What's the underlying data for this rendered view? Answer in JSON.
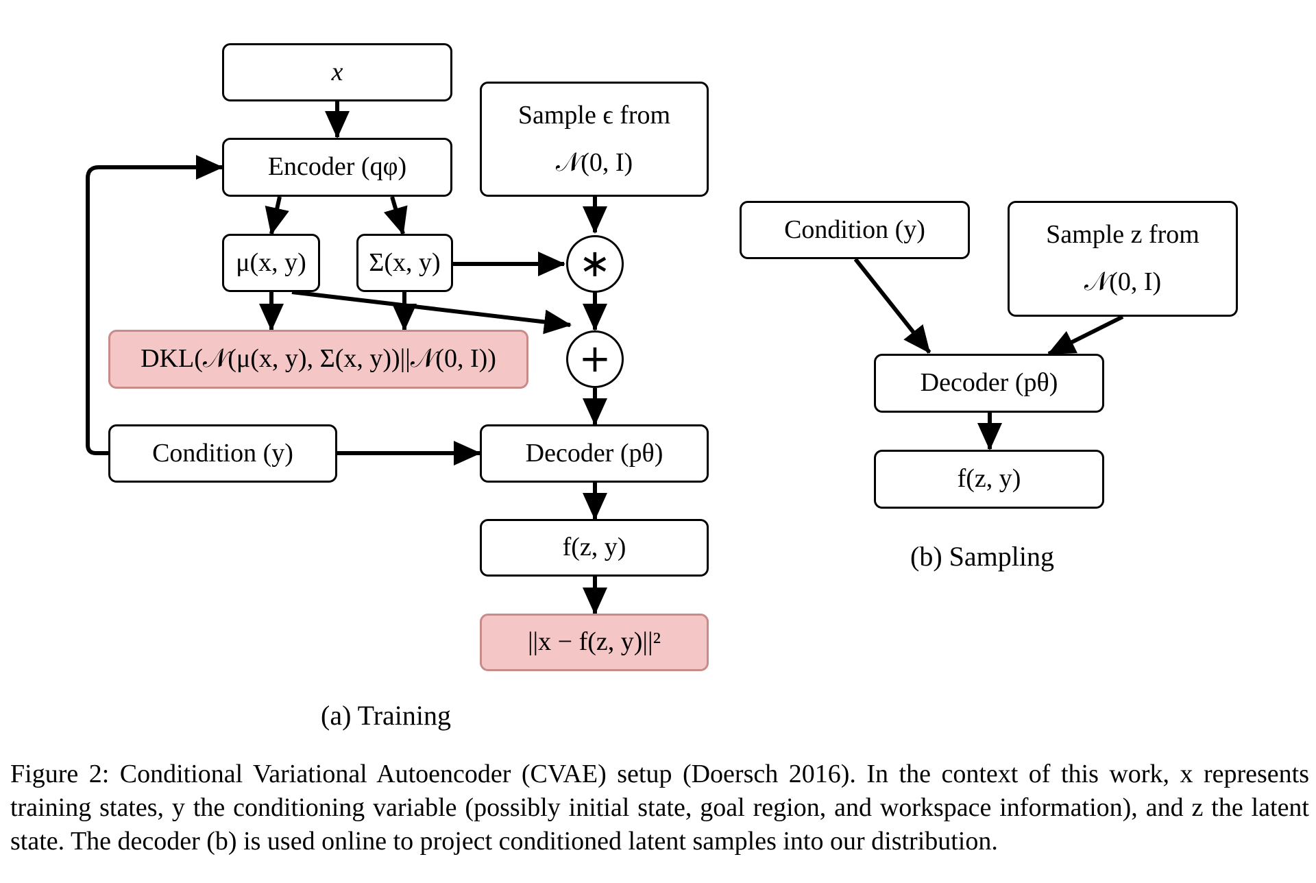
{
  "training": {
    "input_x": "x",
    "encoder": "Encoder (qφ)",
    "mu": "μ(x, y)",
    "sigma": "Σ(x, y)",
    "kl_loss": "DKL(𝒩(μ(x, y), Σ(x, y))||𝒩(0, I))",
    "sample_eps_line1": "Sample ϵ from",
    "sample_eps_line2": "𝒩(0, I)",
    "multiply_op": "∗",
    "add_op": "+",
    "condition": "Condition (y)",
    "decoder": "Decoder (pθ)",
    "output": "f(z, y)",
    "recon_loss": "||x − f(z, y)||²",
    "caption": "(a) Training"
  },
  "sampling": {
    "condition": "Condition (y)",
    "sample_z_line1": "Sample z from",
    "sample_z_line2": "𝒩(0, I)",
    "decoder": "Decoder (pθ)",
    "output": "f(z, y)",
    "caption": "(b) Sampling"
  },
  "figure_caption": {
    "text": "Figure 2: Conditional Variational Autoencoder (CVAE) setup (Doersch 2016). In the context of this work, x represents training states, y the conditioning variable (possibly initial state, goal region, and workspace information), and z the latent state. The decoder (b) is used online to project conditioned latent samples into our distribution."
  },
  "colors": {
    "loss_fill": "#f5c6c6",
    "loss_border": "#c98a8a",
    "stroke": "#000000"
  }
}
